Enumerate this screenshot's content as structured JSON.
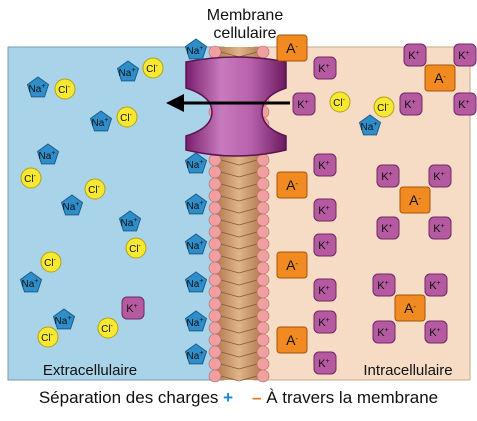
{
  "membrane_label_line1": "Membrane",
  "membrane_label_line2": "cellulaire",
  "extracellular_label": "Extracellulaire",
  "intracellular_label": "Intracellulaire",
  "caption": {
    "left_text": "Séparation des charges",
    "plus_sign": "+",
    "minus_sign": "–",
    "right_text": "À travers la membrane"
  },
  "ions": {
    "sodium": "Na",
    "chloride": "Cl",
    "potassium": "K",
    "anion": "A",
    "plus": "+",
    "minus": "-"
  },
  "colors": {
    "extracellular_bg": "#a9d3e8",
    "intracellular_bg": "#f6dcc4",
    "sodium_fill": "#2f8ec9",
    "chloride_fill": "#f7e933",
    "potassium_fill": "#b55aa0",
    "anion_fill": "#f08a21",
    "lipid_head": "#f0a0a0",
    "channel": "#8e2f80"
  }
}
